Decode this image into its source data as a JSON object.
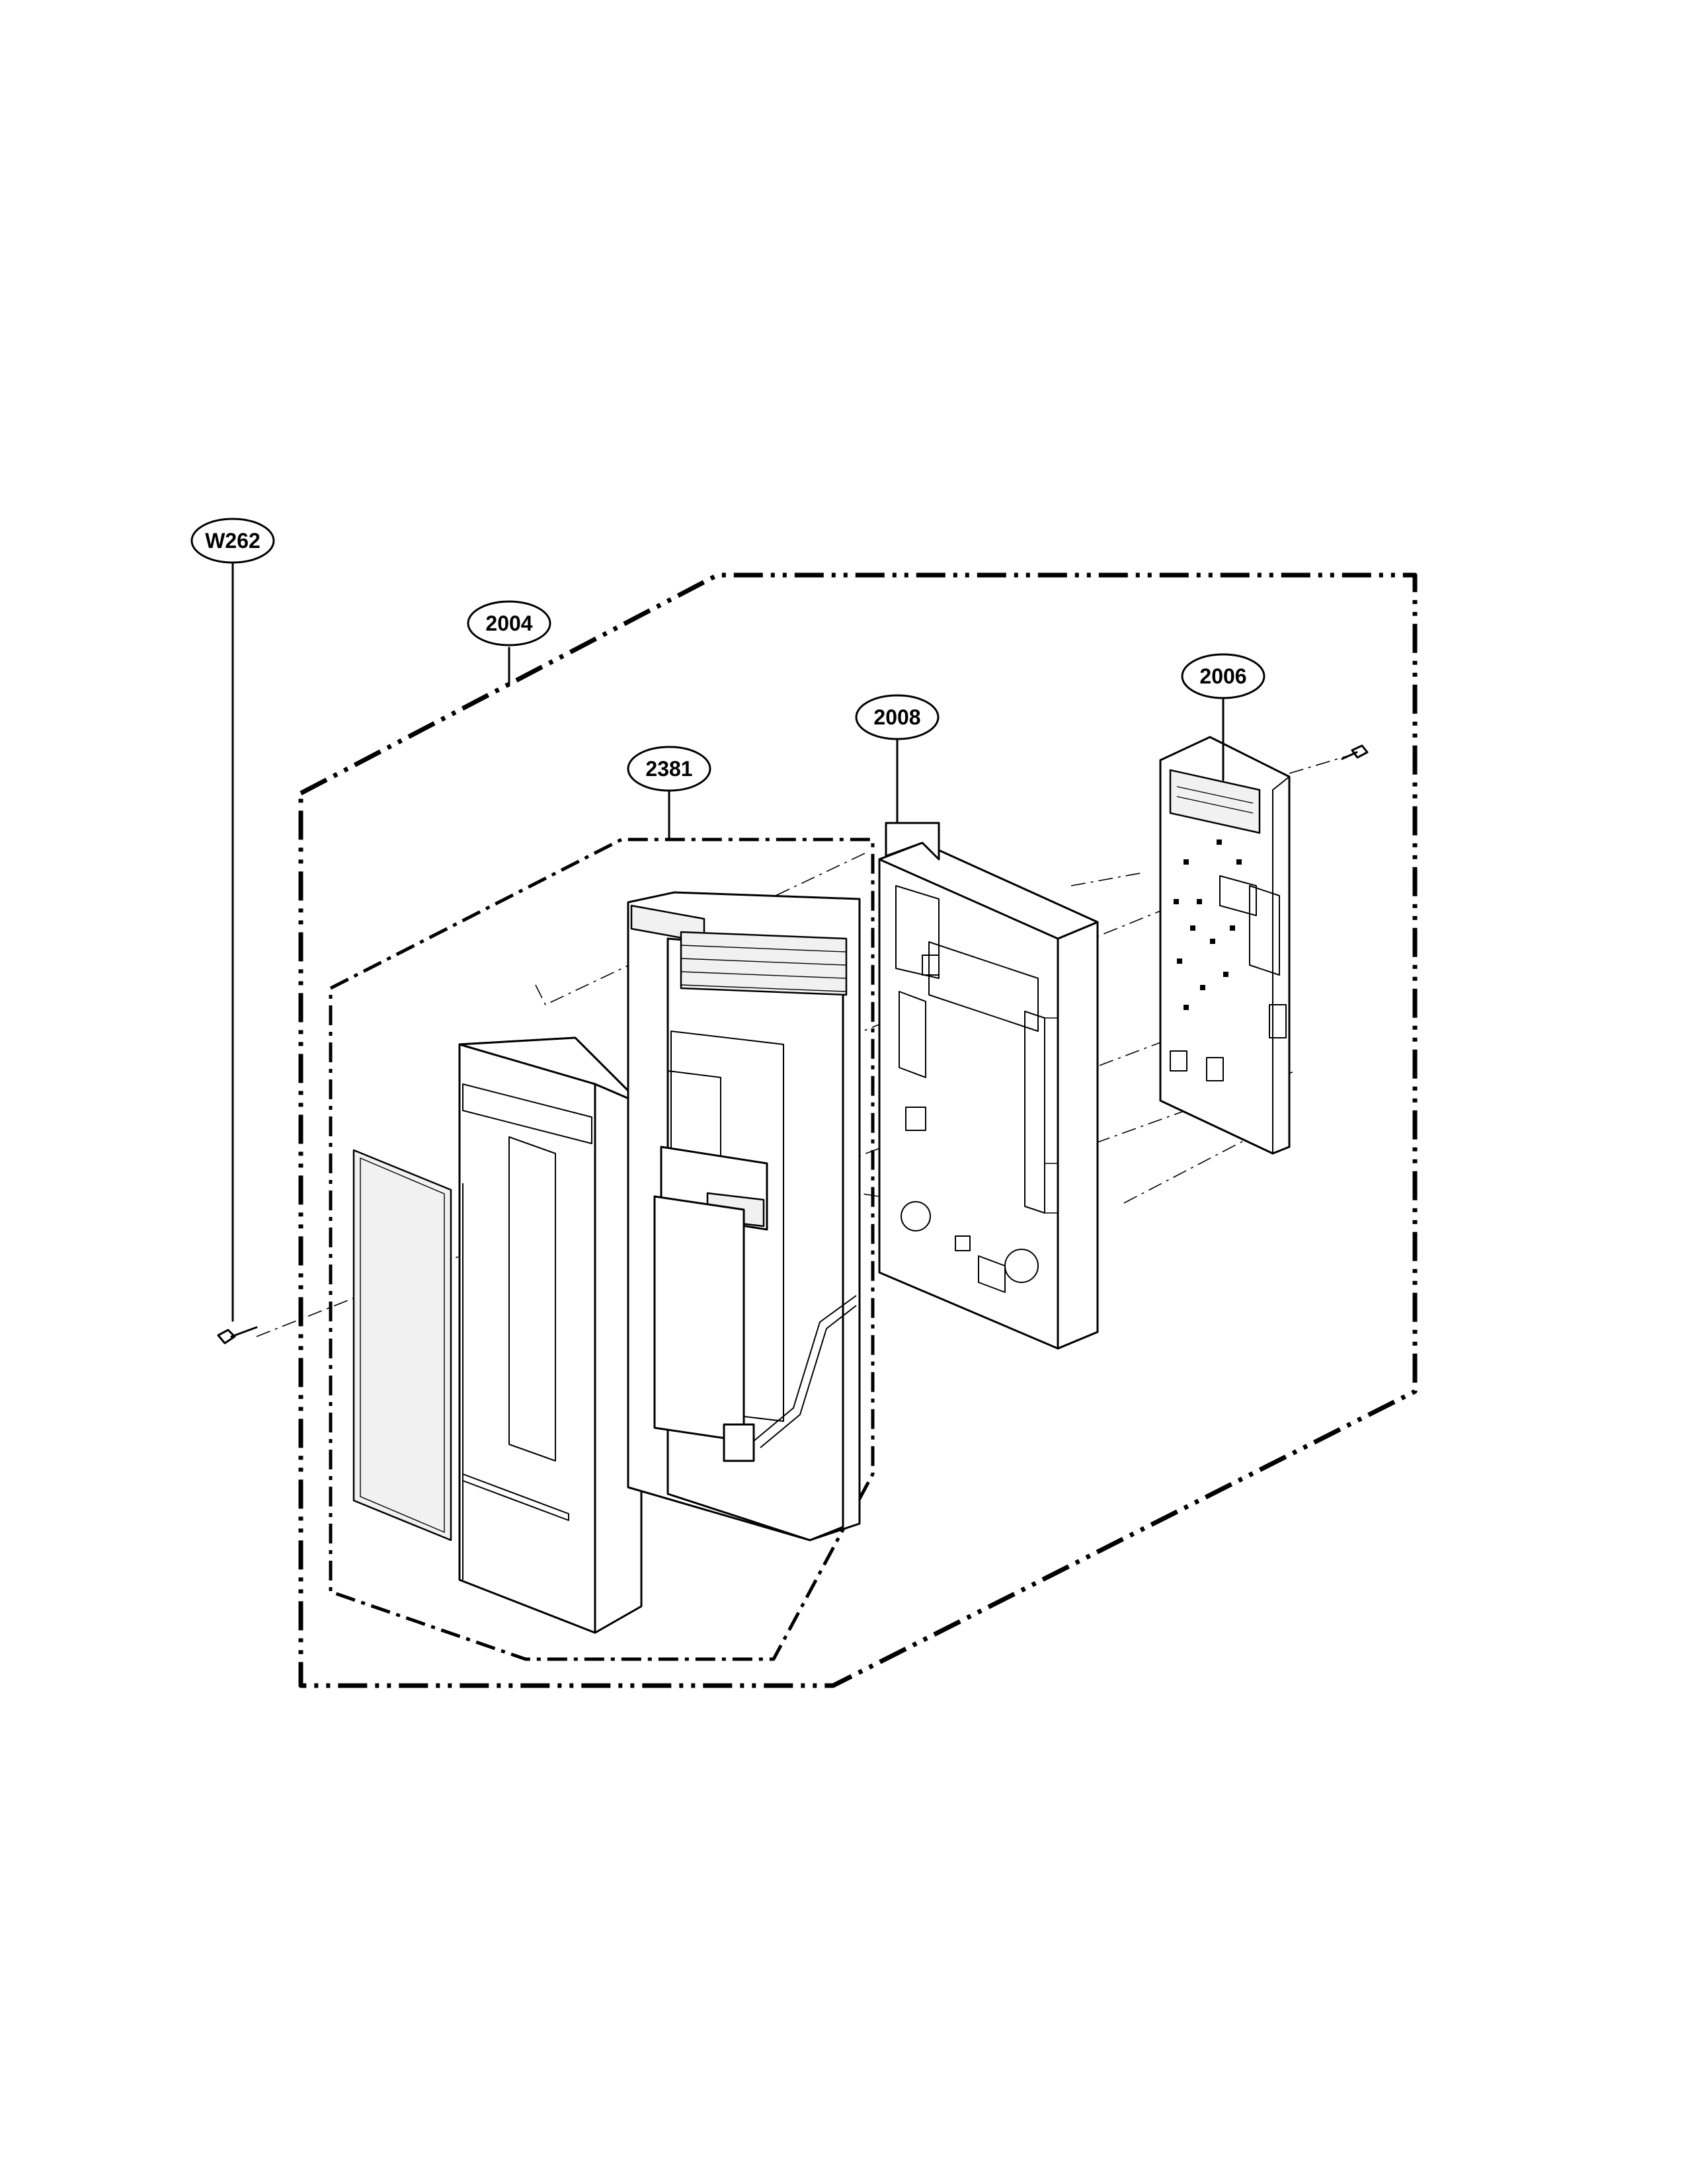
{
  "callouts": {
    "assembly": "2004",
    "door_panel_assembly": "2381",
    "frame": "2008",
    "pcb": "2006",
    "screw": "W262"
  }
}
